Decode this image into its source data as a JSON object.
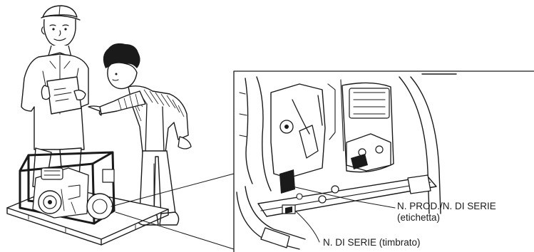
{
  "labels": {
    "product_serial_line1": "N. PROD./N. DI SERIE",
    "product_serial_line2": "(etichetta)",
    "serial_stamped": "N. DI SERIE (timbrato)"
  }
}
